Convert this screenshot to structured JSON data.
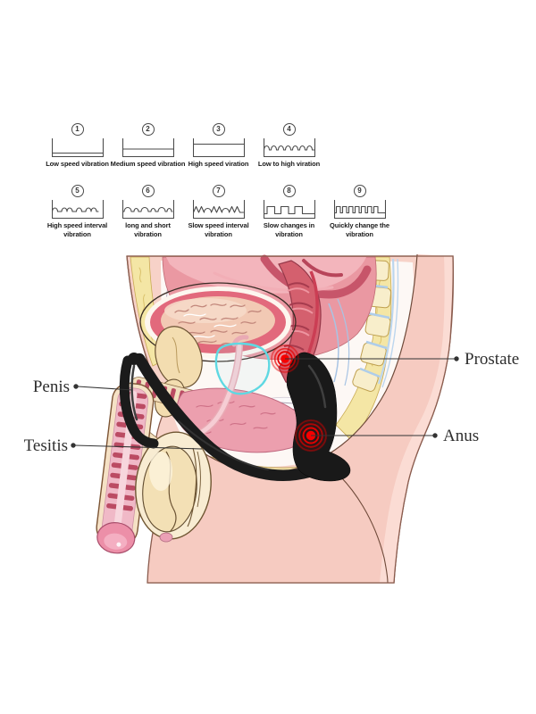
{
  "page": {
    "background": "#ffffff"
  },
  "vibration_modes": {
    "items": [
      {
        "num": "1",
        "wave": "level_low",
        "lines": [
          "Low speed vibration"
        ]
      },
      {
        "num": "2",
        "wave": "level_mid",
        "lines": [
          "Medium speed vibration"
        ]
      },
      {
        "num": "3",
        "wave": "level_high",
        "lines": [
          "High speed viration"
        ]
      },
      {
        "num": "4",
        "wave": "bumps_fast",
        "lines": [
          "Low to high  viration"
        ]
      },
      {
        "num": "5",
        "wave": "bumps_interval",
        "lines": [
          "High speed interval",
          "vibration"
        ]
      },
      {
        "num": "6",
        "wave": "bumps_long_short",
        "lines": [
          "long and short",
          "vibration"
        ]
      },
      {
        "num": "7",
        "wave": "zigzag_mixed",
        "lines": [
          "Slow speed interval",
          "vibration"
        ]
      },
      {
        "num": "8",
        "wave": "square_slow",
        "lines": [
          "Slow changes in",
          "vibration"
        ]
      },
      {
        "num": "9",
        "wave": "square_fast",
        "lines": [
          "Quickly change the",
          "vibration"
        ]
      }
    ]
  },
  "anatomy": {
    "labels": {
      "penis": "Penis",
      "tesitis": "Tesitis",
      "prostate": "Prostate",
      "anus": "Anus"
    },
    "vibration_points": [
      "prostate",
      "anus"
    ]
  },
  "colors": {
    "skin": "#f7d2c8",
    "skin_light": "#fbdcd4",
    "fat_yellow": "#f4e6a5",
    "organ_pink": "#ea98a2",
    "organ_red": "#cd5968",
    "bladder_fill": "#f2c9b4",
    "bladder_rim": "#e2697c",
    "bone_cream": "#f3ddb0",
    "muscle_stripe": "#bb4b63",
    "muscle_pink": "#ec9fae",
    "device_black": "#1b1b1b",
    "vibration_red": "#ee0000",
    "prostate_outline_cyan": "#5fd8e2",
    "label_text": "#2e2e2e",
    "leader_line": "#333333",
    "diagram_line": "#4a4a4a"
  }
}
